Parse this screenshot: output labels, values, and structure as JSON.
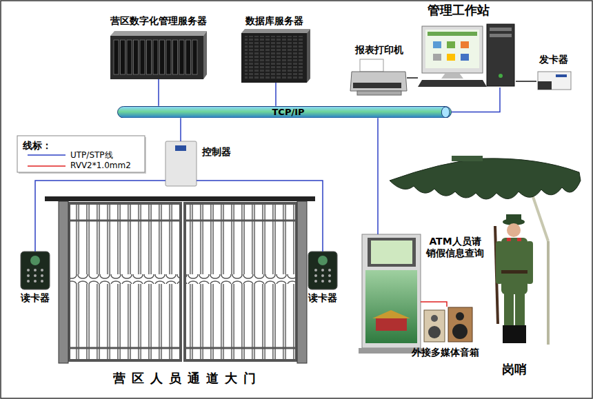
{
  "diagram": {
    "nodes": [
      {
        "text": [
          "营区数字化管理服务器"
        ]
      },
      {
        "text": [
          "数据库服务器"
        ]
      },
      {
        "text": [
          "管理工作站"
        ]
      },
      {
        "text": [
          "报表打印机"
        ]
      },
      {
        "text": [
          "发卡器"
        ]
      },
      {
        "text": [
          "TCP/IP"
        ]
      },
      {
        "text": [
          "控制器"
        ]
      },
      {
        "text": [
          "读卡器"
        ]
      },
      {
        "text": [
          "读卡器"
        ]
      },
      {
        "text": [
          "营区人员通道大门"
        ]
      },
      {
        "text": [
          "ATM人员请 销假信息查询"
        ]
      },
      {
        "text": [
          "外接多媒体音箱"
        ]
      },
      {
        "text": [
          "岗哨"
        ]
      }
    ],
    "edges": [
      {
        "from": 0,
        "to": 5,
        "arrow": "none"
      },
      {
        "from": 1,
        "to": 5,
        "arrow": "none"
      },
      {
        "from": 2,
        "to": 5,
        "arrow": "none"
      },
      {
        "from": 3,
        "to": 2,
        "arrow": "none"
      },
      {
        "from": 4,
        "to": 2,
        "arrow": "none"
      },
      {
        "from": 5,
        "to": 6,
        "arrow": "none"
      },
      {
        "from": 6,
        "to": 7,
        "arrow": "none"
      },
      {
        "from": 6,
        "to": 8,
        "arrow": "none"
      },
      {
        "from": 5,
        "to": 10,
        "arrow": "none"
      },
      {
        "from": 10,
        "to": 11,
        "arrow": "none"
      }
    ],
    "labels": [
      "线标："
    ],
    "legend": [
      {
        "text": "UTP/STP线"
      },
      {
        "text": "RVV2*1.0mm2"
      }
    ]
  }
}
